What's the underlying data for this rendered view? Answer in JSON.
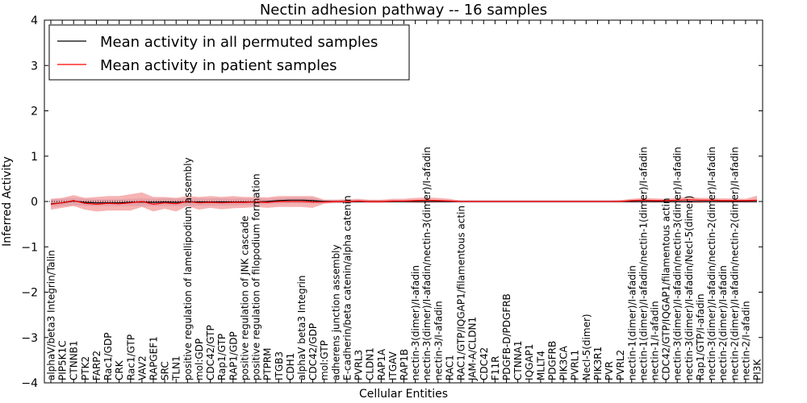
{
  "chart_data": {
    "type": "line",
    "title": "Nectin adhesion pathway -- 16 samples",
    "xlabel": "Cellular Entities",
    "ylabel": "Inferred Activity",
    "ylim": [
      -4,
      4
    ],
    "yticks": [
      -4,
      -3,
      -2,
      -1,
      0,
      1,
      2,
      3,
      4
    ],
    "grid": false,
    "legend_position": "top-left",
    "colors": {
      "permuted": "#000000",
      "patient": "#ff0000",
      "patient_band": "#f08080",
      "permuted_band": "#c8c8dc"
    },
    "categories": [
      "alphaV/beta3 Integrin/Talin",
      "PIP5K1C",
      "CTNNB1",
      "PTK2",
      "FARP2",
      "Rac1/GDP",
      "CRK",
      "Rac1/GTP",
      "VAV2",
      "RAPGEF1",
      "SRC",
      "TLN1",
      "positive regulation of lamellipodium assembly",
      "mol:GDP",
      "CDC42/GTP",
      "Rap1/GTP",
      "RAP1/GDP",
      "positive regulation of JNK cascade",
      "positive regulation of filopodium formation",
      "PTPRM",
      "ITGB3",
      "CDH1",
      "alphaV beta3 Integrin",
      "CDC42/GDP",
      "mol:GTP",
      "adherens junction assembly",
      "E-cadherin/beta catenin/alpha catenin",
      "PVRL3",
      "CLDN1",
      "RAP1A",
      "ITGAV",
      "RAP1B",
      "nectin-3(dimer)/I-afadin",
      "nectin-3(dimer)/I-afadin/nectin-3(dimer)/I-afadin",
      "nectin-3/I-afadin",
      "RAC1",
      "RAC1/GTP/IQGAP1/filamentous actin",
      "JAM-A/CLDN1",
      "CDC42",
      "F11R",
      "PDGFB-D/PDGFRB",
      "CTNNA1",
      "IQGAP1",
      "MLLT4",
      "PDGFRB",
      "PIK3CA",
      "PVRL1",
      "Necl-5(dimer)",
      "PIK3R1",
      "PVR",
      "PVRL2",
      "nectin-1(dimer)/I-afadin",
      "nectin-1(dimer)/I-afadin/nectin-1(dimer)/I-afadin",
      "nectin-1/I-afadin",
      "CDC42/GTP/IQGAP1/filamentous actin",
      "nectin-3(dimer)/I-afadin/nectin-3(dimer)/I-afadin",
      "nectin-3(dimer)/I-afadin/Necl-5(dimer)",
      "Rap1/GTP/I-afadin",
      "nectin-3(dimer)/I-afadin/nectin-2(dimer)/I-afadin",
      "nectin-2(dimer)/I-afadin",
      "nectin-2(dimer)/I-afadin/nectin-2(dimer)/I-afadin",
      "nectin-2/I-afadin",
      "PI3K"
    ],
    "series": [
      {
        "name": "Mean activity in all permuted samples",
        "values": [
          -0.05,
          -0.03,
          0.01,
          -0.02,
          -0.03,
          -0.03,
          -0.03,
          -0.02,
          -0.01,
          -0.02,
          -0.01,
          -0.02,
          -0.01,
          -0.01,
          -0.01,
          -0.01,
          -0.01,
          -0.01,
          -0.01,
          0.0,
          0.02,
          0.03,
          0.03,
          0.02,
          0.0,
          0.0,
          0.0,
          0.0,
          0.0,
          0.0,
          0.0,
          0.0,
          0.0,
          0.0,
          0.0,
          0.0,
          0.0,
          0.0,
          0.0,
          0.0,
          0.0,
          0.0,
          0.0,
          0.0,
          0.0,
          0.0,
          0.0,
          0.0,
          0.0,
          0.0,
          0.0,
          0.0,
          0.0,
          0.0,
          0.0,
          0.0,
          0.0,
          0.0,
          0.0,
          0.0,
          0.0,
          0.0,
          0.0
        ],
        "lower": [
          -0.12,
          -0.1,
          -0.08,
          -0.1,
          -0.1,
          -0.1,
          -0.1,
          -0.1,
          -0.1,
          -0.1,
          -0.1,
          -0.1,
          -0.1,
          -0.09,
          -0.09,
          -0.09,
          -0.09,
          -0.08,
          -0.08,
          -0.06,
          -0.05,
          -0.04,
          -0.04,
          -0.05,
          -0.04,
          -0.04,
          -0.04,
          -0.04,
          -0.03,
          -0.03,
          -0.03,
          -0.03,
          -0.03,
          -0.03,
          -0.03,
          -0.03,
          -0.03,
          -0.03,
          -0.03,
          -0.03,
          -0.03,
          -0.03,
          -0.03,
          -0.03,
          -0.03,
          -0.03,
          -0.03,
          -0.03,
          -0.03,
          -0.03,
          -0.03,
          -0.03,
          -0.03,
          -0.03,
          -0.03,
          -0.03,
          -0.03,
          -0.03,
          -0.03,
          -0.03,
          -0.03,
          -0.03,
          -0.03
        ],
        "upper": [
          0.05,
          0.06,
          0.08,
          0.06,
          0.05,
          0.05,
          0.05,
          0.06,
          0.07,
          0.06,
          0.07,
          0.06,
          0.07,
          0.07,
          0.07,
          0.07,
          0.07,
          0.07,
          0.07,
          0.06,
          0.08,
          0.09,
          0.09,
          0.08,
          0.04,
          0.04,
          0.04,
          0.04,
          0.03,
          0.03,
          0.03,
          0.03,
          0.03,
          0.03,
          0.03,
          0.03,
          0.03,
          0.03,
          0.03,
          0.03,
          0.03,
          0.03,
          0.03,
          0.03,
          0.03,
          0.03,
          0.03,
          0.03,
          0.03,
          0.03,
          0.03,
          0.03,
          0.03,
          0.03,
          0.03,
          0.03,
          0.03,
          0.03,
          0.03,
          0.03,
          0.03,
          0.03,
          0.03
        ]
      },
      {
        "name": "Mean activity in patient samples",
        "values": [
          -0.06,
          -0.03,
          0.02,
          -0.04,
          -0.06,
          -0.04,
          -0.05,
          -0.03,
          0.0,
          -0.06,
          -0.03,
          -0.05,
          0.0,
          -0.03,
          -0.02,
          -0.03,
          -0.02,
          -0.02,
          -0.01,
          -0.02,
          0.0,
          0.0,
          0.0,
          -0.01,
          -0.01,
          0.0,
          0.0,
          0.01,
          0.0,
          0.0,
          0.01,
          0.01,
          0.02,
          0.03,
          0.02,
          0.01,
          0.0,
          0.0,
          0.0,
          0.0,
          0.0,
          0.0,
          0.0,
          0.0,
          0.0,
          0.0,
          0.0,
          0.0,
          0.0,
          0.0,
          0.0,
          0.02,
          0.03,
          0.02,
          0.02,
          0.03,
          0.04,
          0.03,
          0.03,
          0.02,
          0.02,
          0.02,
          0.03
        ],
        "lower": [
          -0.18,
          -0.14,
          -0.1,
          -0.18,
          -0.22,
          -0.2,
          -0.2,
          -0.2,
          -0.12,
          -0.22,
          -0.16,
          -0.22,
          -0.1,
          -0.18,
          -0.14,
          -0.17,
          -0.15,
          -0.14,
          -0.12,
          -0.14,
          -0.12,
          -0.12,
          -0.12,
          -0.14,
          -0.05,
          -0.03,
          -0.03,
          -0.02,
          -0.03,
          -0.03,
          -0.02,
          -0.02,
          -0.03,
          -0.03,
          -0.02,
          -0.02,
          -0.01,
          -0.01,
          -0.01,
          -0.01,
          -0.01,
          -0.01,
          -0.01,
          -0.01,
          -0.01,
          -0.01,
          -0.01,
          -0.01,
          -0.01,
          -0.01,
          -0.01,
          -0.02,
          -0.02,
          -0.02,
          -0.02,
          -0.02,
          -0.03,
          -0.03,
          -0.02,
          -0.02,
          -0.02,
          -0.02,
          -0.02
        ],
        "upper": [
          0.06,
          0.08,
          0.14,
          0.08,
          0.1,
          0.12,
          0.12,
          0.16,
          0.2,
          0.1,
          0.1,
          0.08,
          0.12,
          0.1,
          0.12,
          0.1,
          0.12,
          0.1,
          0.1,
          0.09,
          0.12,
          0.12,
          0.12,
          0.12,
          0.04,
          0.04,
          0.05,
          0.06,
          0.04,
          0.04,
          0.06,
          0.06,
          0.08,
          0.09,
          0.08,
          0.06,
          0.02,
          0.02,
          0.02,
          0.02,
          0.02,
          0.02,
          0.02,
          0.02,
          0.02,
          0.02,
          0.02,
          0.02,
          0.02,
          0.02,
          0.03,
          0.06,
          0.08,
          0.07,
          0.06,
          0.08,
          0.1,
          0.08,
          0.08,
          0.07,
          0.07,
          0.06,
          0.13
        ]
      }
    ]
  }
}
